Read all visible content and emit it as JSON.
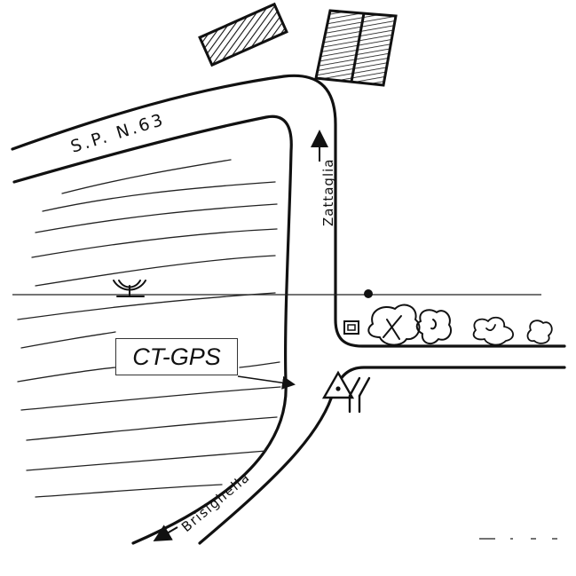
{
  "map": {
    "road_label_main": "S.P. N.63",
    "road_label_north": "Zattaglia",
    "road_label_south": "Brisighella",
    "station_label": "CT-GPS"
  }
}
